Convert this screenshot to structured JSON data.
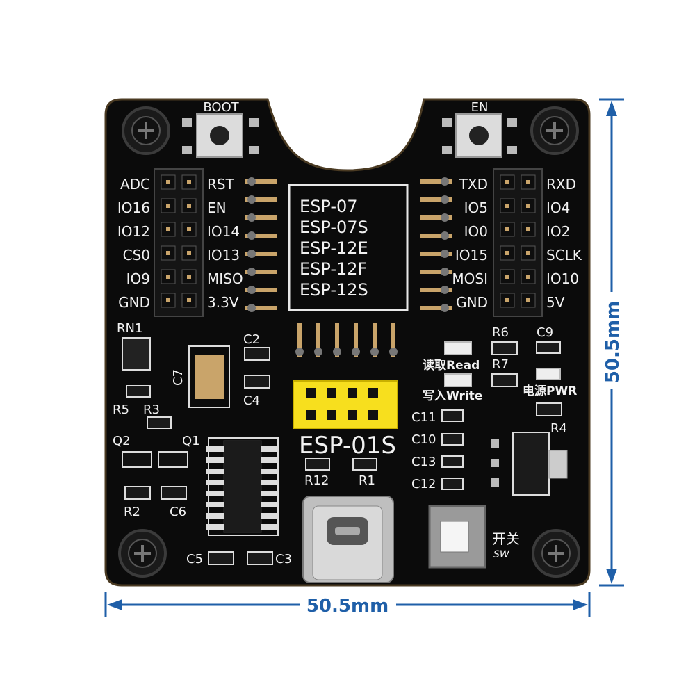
{
  "colors": {
    "board": "#0b0b0b",
    "silkscreen": "#f2f2f2",
    "dimension": "#1f5fa8",
    "socket": "#f7df1e",
    "copper": "#c9a46a"
  },
  "buttons": {
    "boot": "BOOT",
    "en": "EN"
  },
  "module": {
    "lines": [
      "ESP-07",
      "ESP-07S",
      "ESP-12E",
      "ESP-12F",
      "ESP-12S"
    ]
  },
  "left_header": {
    "outer": [
      "ADC",
      "IO16",
      "IO12",
      "CS0",
      "IO9",
      "GND"
    ],
    "inner": [
      "RST",
      "EN",
      "IO14",
      "IO13",
      "MISO",
      "3.3V"
    ]
  },
  "right_header": {
    "inner": [
      "TXD",
      "IO5",
      "IO0",
      "IO15",
      "MOSI",
      "GND"
    ],
    "outer": [
      "RXD",
      "IO4",
      "IO2",
      "SCLK",
      "IO10",
      "5V"
    ]
  },
  "components": {
    "rn1": "RN1",
    "r3": "R3",
    "r5": "R5",
    "q1": "Q1",
    "q2": "Q2",
    "r2": "R2",
    "c6": "C6",
    "c7": "C7",
    "c2": "C2",
    "c4": "C4",
    "r6": "R6",
    "r7": "R7",
    "c9": "C9",
    "r4": "R4",
    "c11": "C11",
    "c10": "C10",
    "c13": "C13",
    "c12": "C12",
    "r12": "R12",
    "r1": "R1",
    "c5": "C5",
    "c3": "C3"
  },
  "leds": {
    "read": "读取Read",
    "write": "写入Write",
    "power": "电源PWR"
  },
  "esp01s": "ESP-01S",
  "switch": {
    "cn": "开关",
    "en": "SW"
  },
  "dimensions": {
    "width": "50.5mm",
    "height": "50.5mm"
  }
}
